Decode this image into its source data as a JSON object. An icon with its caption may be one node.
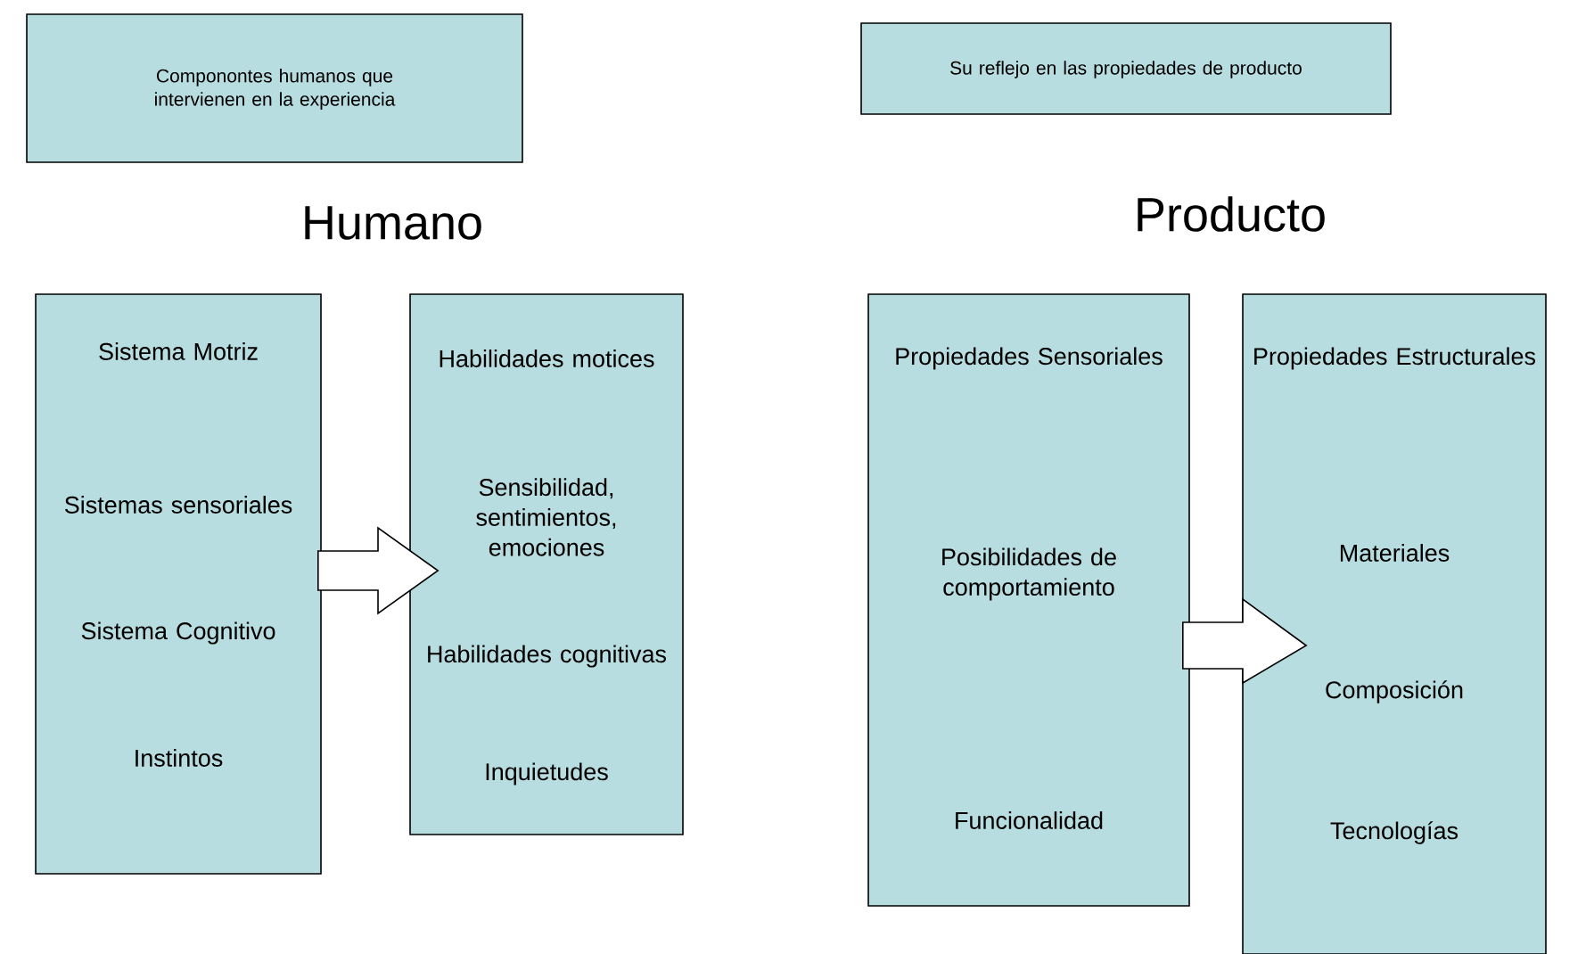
{
  "diagram": {
    "nodes": [
      {
        "text": [
          "Componontes humanos que intervienen en la experiencia"
        ]
      },
      {
        "text": [
          "Su reflejo en las propiedades de producto"
        ]
      },
      {
        "text": [
          "Sistema Motriz",
          "Sistemas sensoriales",
          "Sistema Cognitivo",
          "Instintos"
        ]
      },
      {
        "text": [
          "Habilidades motices",
          "Sensibilidad, sentimientos, emociones",
          "Habilidades cognitivas",
          "Inquietudes"
        ]
      },
      {
        "text": [
          "Propiedades Sensoriales",
          "Posibilidades de comportamiento",
          "Funcionalidad"
        ]
      },
      {
        "text": [
          "Propiedades Estructurales",
          "Materiales",
          "Composición",
          "Tecnologías"
        ]
      }
    ],
    "edges": [
      {
        "from": 2,
        "to": 3,
        "arrow": "to"
      },
      {
        "from": 4,
        "to": 5,
        "arrow": "to"
      }
    ],
    "labels": [
      "Humano",
      "Producto"
    ]
  }
}
